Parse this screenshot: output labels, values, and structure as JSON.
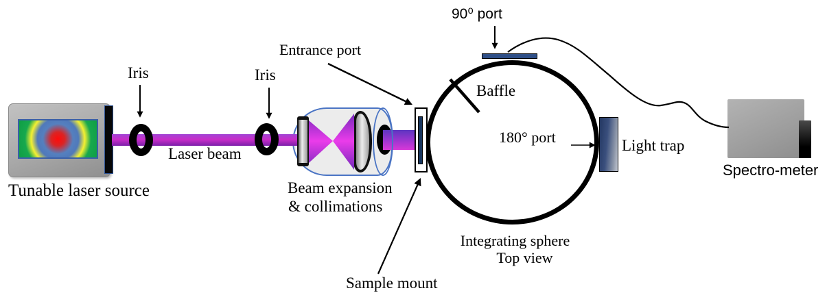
{
  "diagram_type": "optical-experiment-setup",
  "labels": {
    "tunable_laser_source": "Tunable laser source",
    "iris_1": "Iris",
    "iris_2": "Iris",
    "laser_beam": "Laser beam",
    "beam_expansion_line1": "Beam expansion",
    "beam_expansion_line2": "& collimations",
    "entrance_port": "Entrance port",
    "sample_mount": "Sample mount",
    "port_90": "90⁰ port",
    "baffle": "Baffle",
    "port_180": "180° port",
    "light_trap": "Light trap",
    "integrating_sphere_line1": "Integrating sphere",
    "integrating_sphere_line2": "Top view",
    "spectrometer": "Spectro-meter"
  },
  "colors": {
    "beam_purple": "#7c1fa9",
    "beam_magenta": "#d838d8",
    "port_navy": "#2e4e86",
    "sample_bar_navy": "#17355e",
    "cylinder_outline_blue": "#4a74c4",
    "device_gray": "#a6a6a6",
    "outline_black": "#000000",
    "mode_profile_red": "#ff0b0b",
    "mode_profile_blue": "#5580bf",
    "mode_profile_yellow": "#f4f032",
    "mode_profile_green": "#17a84e"
  }
}
